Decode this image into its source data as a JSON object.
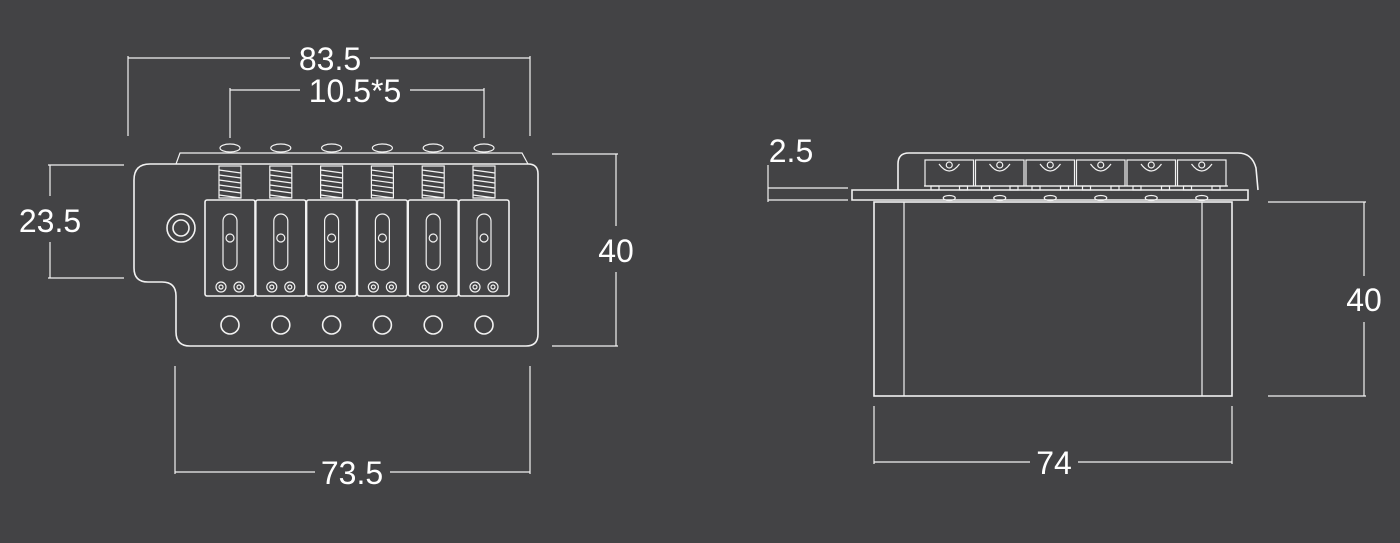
{
  "colors": {
    "background": "#434345",
    "line": "#f2f2f2",
    "text": "#ffffff"
  },
  "top_view": {
    "overall_width_label": "83.5",
    "string_spacing_label": "10.5*5",
    "height_left_label": "23.5",
    "height_right_label": "40",
    "base_width_label": "73.5",
    "saddle_count": 6
  },
  "side_view": {
    "plate_thickness_label": "2.5",
    "block_height_label": "40",
    "block_width_label": "74",
    "saddle_count": 6
  }
}
